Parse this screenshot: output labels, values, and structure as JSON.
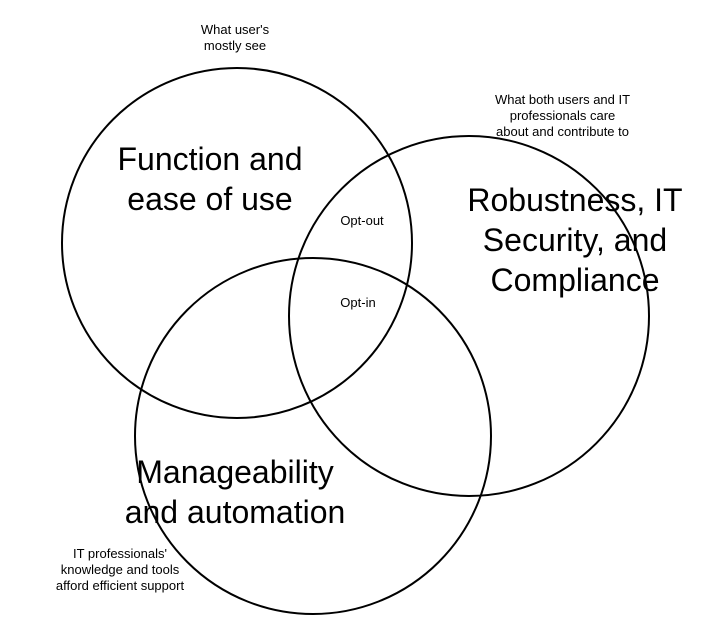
{
  "diagram": {
    "notes": {
      "users_see": "What user's\nmostly see",
      "both_care": "What both users and IT\nprofessionals care\nabout and contribute to",
      "it_support": "IT professionals'\nknowledge and tools\nafford efficient support"
    },
    "circles": {
      "function": {
        "label": "Function and\nease of use"
      },
      "robustness": {
        "label": "Robustness, IT\nSecurity, and\nCompliance"
      },
      "manageability": {
        "label": "Manageability\nand automation"
      }
    },
    "overlaps": {
      "function_robustness": "Opt-out",
      "all_three": "Opt-in"
    },
    "colors": {
      "stroke": "#000000",
      "background": "#ffffff",
      "text": "#000000"
    }
  }
}
